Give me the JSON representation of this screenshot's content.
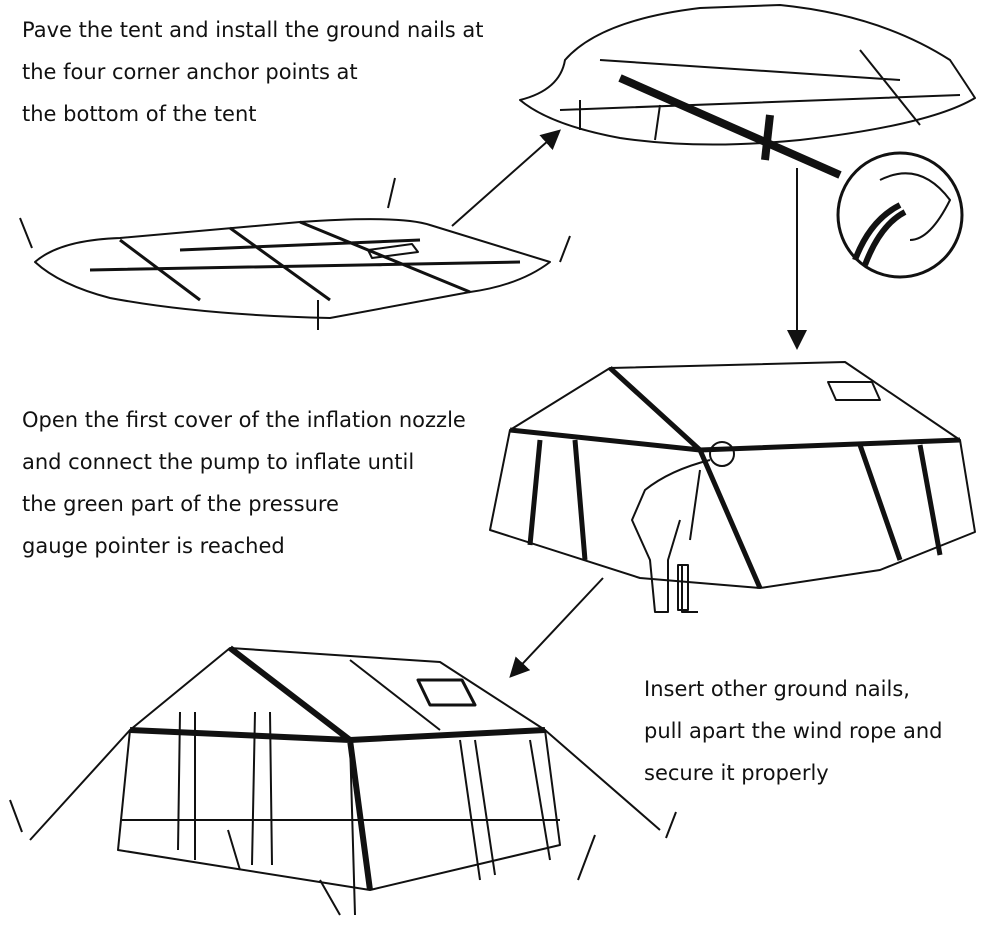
{
  "steps": [
    {
      "lines": [
        "Pave the tent and install the ground nails at",
        "the four corner anchor points at",
        "the bottom of the tent"
      ]
    },
    {
      "lines": [
        "Open the first cover of the inflation nozzle",
        "and connect the pump to inflate until",
        "the green part of the pressure",
        "gauge pointer is reached"
      ]
    },
    {
      "lines": [
        "Insert other ground nails,",
        "pull apart the wind rope and",
        "secure it properly"
      ]
    }
  ],
  "colors": {
    "line": "#111111",
    "background": "#ffffff"
  }
}
